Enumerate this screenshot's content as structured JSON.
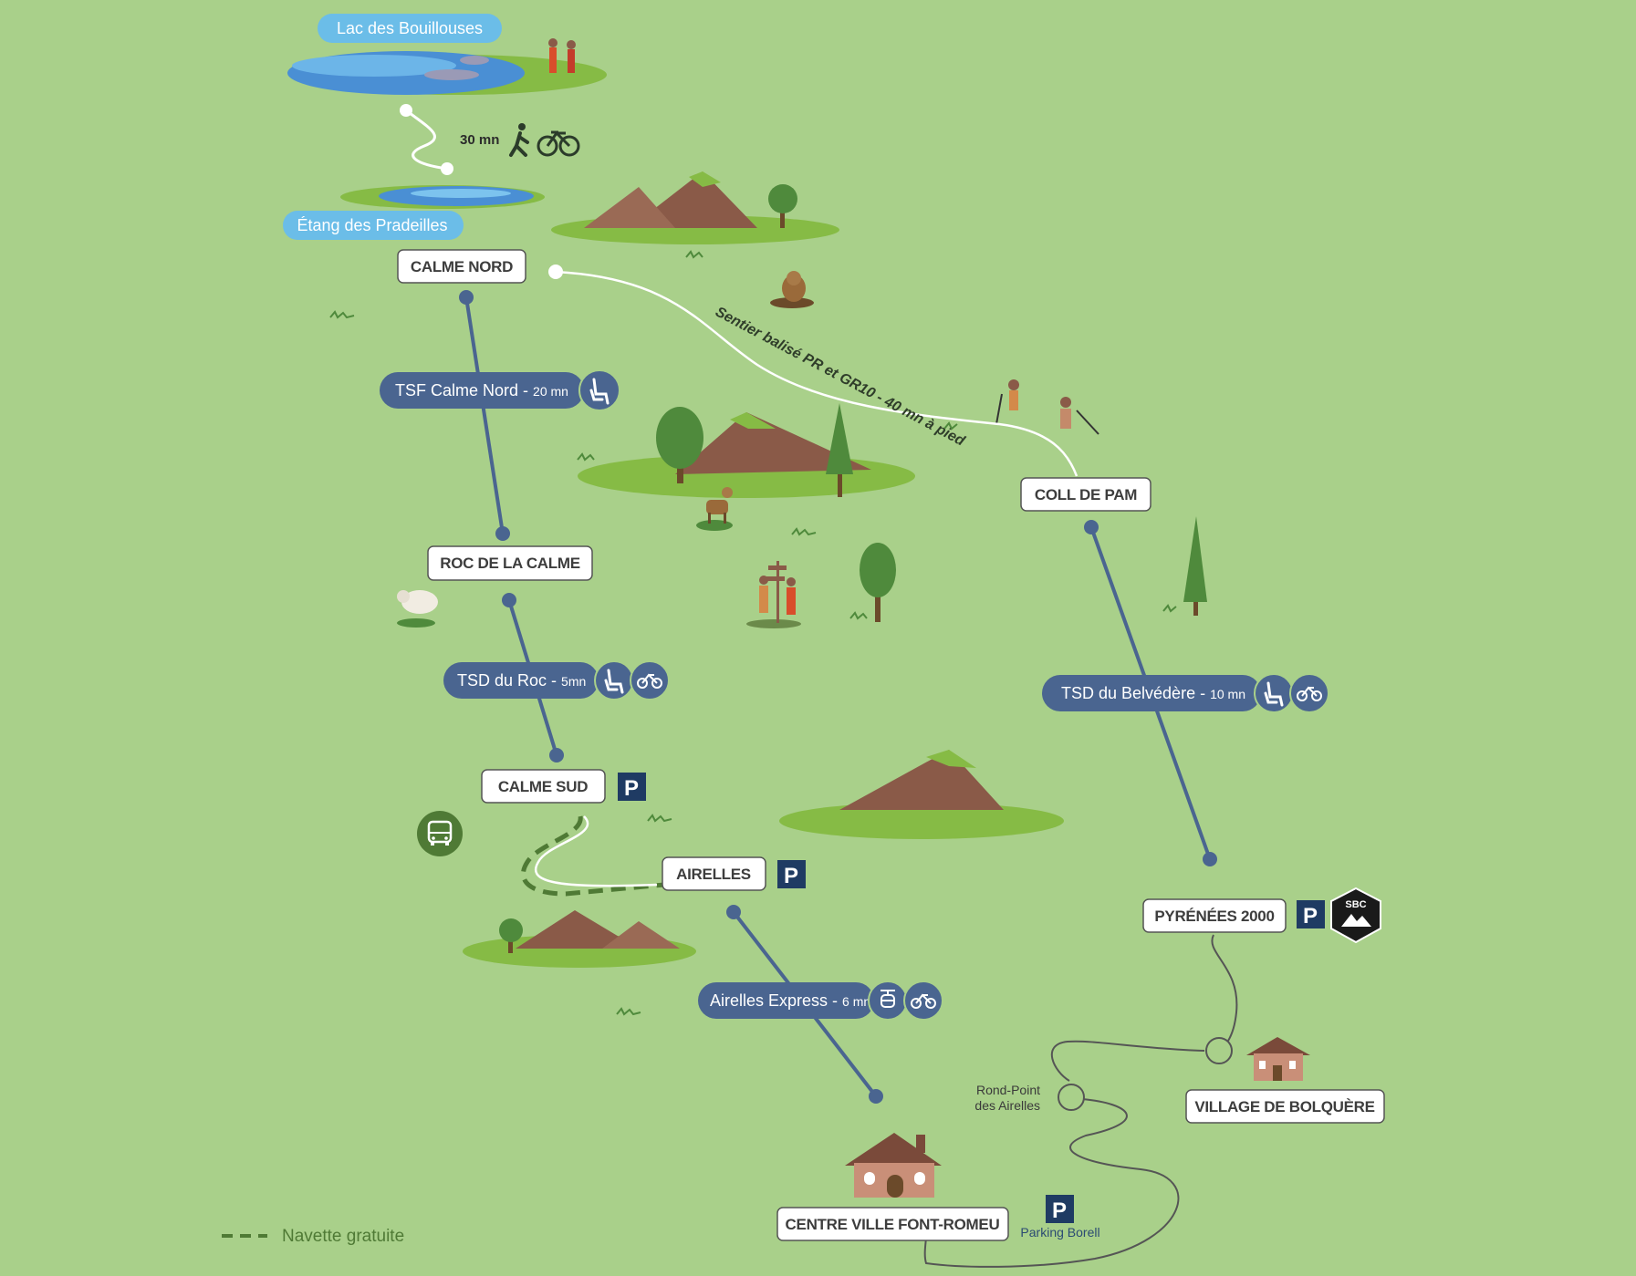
{
  "lakes": {
    "lac_bouillouses": "Lac des Bouillouses",
    "etang_pradeilles": "Étang des Pradeilles"
  },
  "walk_bike_link": {
    "duration": "30 mn"
  },
  "trail": {
    "label": "Sentier balisé PR et GR10 - 40 mn à pied"
  },
  "stops": {
    "calme_nord": "CALME NORD",
    "roc_de_la_calme": "ROC DE LA CALME",
    "calme_sud": "CALME SUD",
    "airelles": "AIRELLES",
    "coll_de_pam": "COLL DE PAM",
    "pyrenees_2000": "PYRÉNÉES 2000",
    "village_bolquere": "VILLAGE DE BOLQUÈRE",
    "centre_ville": "CENTRE VILLE FONT-ROMEU"
  },
  "lifts": {
    "tsf_calme_nord": {
      "name": "TSF Calme Nord - ",
      "duration": "20 mn"
    },
    "tsd_du_roc": {
      "name": "TSD du Roc - ",
      "duration": "5mn"
    },
    "tsd_belvedere": {
      "name": "TSD du Belvédère - ",
      "duration": "10 mn"
    },
    "airelles_express": {
      "name": "Airelles Express - ",
      "duration": "6 mn"
    }
  },
  "parking": {
    "letter": "P",
    "borell": "Parking Borell"
  },
  "roundabout": {
    "line1": "Rond-Point",
    "line2": "des Airelles"
  },
  "sbc_badge": "SBC",
  "legend": {
    "shuttle": "Navette gratuite"
  },
  "colors": {
    "background": "#a9d08a",
    "lift_line": "#4a6590",
    "pill": "#4a6590",
    "parking": "#1f3b63",
    "lake_label": "#6bbde8",
    "road": "#555555",
    "shuttle": "#4f7a35",
    "mountain": "#8a5a48",
    "grass": "#86bb45",
    "tree": "#4f8a3c"
  }
}
